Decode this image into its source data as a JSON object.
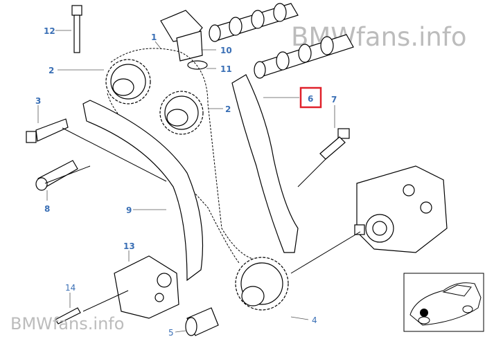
{
  "watermark": {
    "top": "BMWfans.info",
    "bottom": "BMWfans.info"
  },
  "callouts": [
    {
      "id": "12",
      "label": "12"
    },
    {
      "id": "1",
      "label": "1"
    },
    {
      "id": "10",
      "label": "10"
    },
    {
      "id": "11",
      "label": "11"
    },
    {
      "id": "2a",
      "label": "2"
    },
    {
      "id": "2b",
      "label": "2"
    },
    {
      "id": "3",
      "label": "3"
    },
    {
      "id": "6",
      "label": "6",
      "highlighted": true
    },
    {
      "id": "7",
      "label": "7"
    },
    {
      "id": "8",
      "label": "8"
    },
    {
      "id": "9",
      "label": "9"
    },
    {
      "id": "13",
      "label": "13"
    },
    {
      "id": "14",
      "label": "14"
    },
    {
      "id": "5",
      "label": "5"
    },
    {
      "id": "4",
      "label": "4"
    }
  ],
  "colors": {
    "callout": "#3a6fb5",
    "highlight": "#e0202a",
    "watermark": "#bcbcbc"
  }
}
